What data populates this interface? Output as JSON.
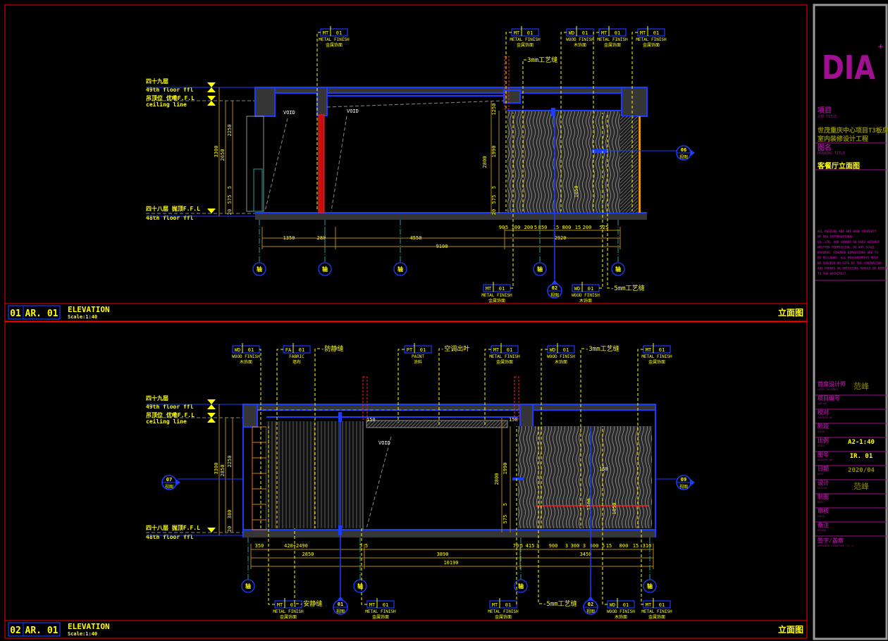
{
  "elevations": [
    {
      "number": "01",
      "sheet": "AR. 01",
      "title": "ELEVATION",
      "scale": "Scale:1:40",
      "cn_title": "立面图",
      "levels": {
        "upper_cn": "四十九层",
        "upper_en": "49th floor ffl",
        "ceiling_cn": "吊顶位   优嘞F.F.L",
        "ceiling_en": "ceiling line",
        "lower_cn": "四十八层  抛顶F.F.L",
        "lower_en": "48th floor ffl"
      },
      "void_labels": [
        "VOID",
        "VOID"
      ],
      "tags_top": [
        {
          "code": "MT",
          "num": "01",
          "en": "METAL FINISH",
          "cn": "金属饰面"
        },
        {
          "code": "MT",
          "num": "01",
          "en": "METAL FINISH",
          "cn": "金属饰面"
        },
        {
          "code": "WD",
          "num": "01",
          "en": "WOOD FINISH",
          "cn": "木饰面"
        },
        {
          "code": "MT",
          "num": "01",
          "en": "METAL FINISH",
          "cn": "金属饰面"
        },
        {
          "code": "MT",
          "num": "01",
          "en": "METAL FINISH",
          "cn": "金属饰面"
        }
      ],
      "tags_bottom": [
        {
          "code": "MT",
          "num": "01",
          "en": "METAL FINISH",
          "cn": "金属饰面"
        },
        {
          "code": "WD",
          "num": "01",
          "en": "WOOD FINISH",
          "cn": "木饰面"
        }
      ],
      "notes": [
        "3mm工艺缝",
        "-5mm工艺缝"
      ],
      "markers": [
        {
          "num": "02",
          "label": "视图"
        },
        {
          "num": "06",
          "label": "视图"
        }
      ],
      "grid": [
        "轴",
        "轴",
        "轴",
        "轴",
        "轴"
      ],
      "dims_h_detail": [
        "90",
        "5",
        "100",
        "200",
        "5",
        "850",
        "15",
        "800",
        "15",
        "200",
        "525"
      ],
      "dims_h_mid": [
        "1350",
        "280",
        "4550",
        "2920"
      ],
      "dims_h_total": [
        "9100"
      ],
      "dims_v_left": [
        "3300",
        "2650",
        "2250",
        "5",
        "575",
        "20"
      ],
      "dims_v_right": [
        "1250",
        "1990",
        "2800",
        "5",
        "575",
        "20",
        "1050"
      ]
    },
    {
      "number": "02",
      "sheet": "AR. 01",
      "title": "ELEVATION",
      "scale": "Scale:1:40",
      "cn_title": "立面图",
      "levels": {
        "upper_cn": "四十九层",
        "upper_en": "49th floor ffl",
        "ceiling_cn": "吊顶位   优嘞F.F.L",
        "ceiling_en": "ceiling line",
        "lower_cn": "四十八层  抛顶F.F.L",
        "lower_en": "48th floor ffl"
      },
      "void_labels": [
        "VOID"
      ],
      "tags_top": [
        {
          "code": "WD",
          "num": "01",
          "en": "WOOD FINISH",
          "cn": "木饰面"
        },
        {
          "code": "FA",
          "num": "01",
          "en": "FABRIC",
          "cn": "墙布"
        },
        {
          "code": "PT",
          "num": "01",
          "en": "PAINT",
          "cn": "涂料"
        },
        {
          "code": "MT",
          "num": "01",
          "en": "METAL FINISH",
          "cn": "金属饰面"
        },
        {
          "code": "WD",
          "num": "01",
          "en": "WOOD FINISH",
          "cn": "木饰面"
        },
        {
          "code": "MT",
          "num": "01",
          "en": "METAL FINISH",
          "cn": "金属饰面"
        }
      ],
      "tags_bottom": [
        {
          "code": "MT",
          "num": "01",
          "en": "METAL FINISH",
          "cn": "金属饰面"
        },
        {
          "code": "MT",
          "num": "01",
          "en": "METAL FINISH",
          "cn": "金属饰面"
        },
        {
          "code": "MT",
          "num": "01",
          "en": "METAL FINISH",
          "cn": "金属饰面"
        },
        {
          "code": "WD",
          "num": "01",
          "en": "WOOD FINISH",
          "cn": "木饰面"
        },
        {
          "code": "MT",
          "num": "01",
          "en": "METAL FINISH",
          "cn": "金属饰面"
        }
      ],
      "notes": [
        "-防静缝",
        "-空调出叶",
        "-3mm工艺缝",
        "-安静缝",
        "-5mm工艺缝"
      ],
      "markers": [
        {
          "num": "07",
          "label": "视图"
        },
        {
          "num": "09",
          "label": "视图"
        },
        {
          "num": "01",
          "label": "视图"
        },
        {
          "num": "02",
          "label": "视图"
        }
      ],
      "grid": [
        "轴",
        "轴",
        "轴",
        "轴"
      ],
      "dims_h_detail": [
        "350",
        "420+2490",
        "5",
        "5",
        "70",
        "5",
        "415",
        "3",
        "900",
        "3",
        "300",
        "3",
        "600",
        "5",
        "15",
        "800",
        "15",
        "310"
      ],
      "dims_h_mid": [
        "2850",
        "3890",
        "3450"
      ],
      "dims_h_total": [
        "10190"
      ],
      "dims_v_left": [
        "3300",
        "2850",
        "2250",
        "380",
        "20"
      ],
      "dims_v_right": [
        "150",
        "150",
        "1990",
        "2800",
        "5",
        "575",
        "150",
        "1100",
        "1050"
      ]
    }
  ],
  "title_block": {
    "logo": "DIA",
    "job_title_cn": "项目",
    "job_title_en": "JOB TITLE",
    "project_line1": "世茂重庆中心项目T3板房",
    "project_line2": "室内装修设计工程",
    "drawing_title_cn": "图名",
    "drawing_title_en": "DRAWING TITLE",
    "drawing_title": "客餐厅立面图",
    "notice": [
      "ALL DESIGNS AND ART WORK PROPERTY",
      "OF DIA INTERNATIONAL",
      "CO.,LTD. AND CANNOT BE USED WITHOUT",
      "WRITTEN PERMISSION.  DO NOT SCALE",
      "DRAWING. FIGURED DIMENSIONS ARE TO",
      "BE FOLLOWED. ALL MEASUREMENTS MUST",
      "BE CHECKED ON SITE BY THE CONTRACTOR",
      "ANY ERRORS OR OMISSIONS SHOULD BE REPORTED",
      "TO THE ARCHITECT."
    ],
    "rows": [
      {
        "cn": "首席设计师",
        "en": "CHIEF DESIGNER",
        "value": ""
      },
      {
        "cn": "项目编号",
        "en": "JOB NO",
        "value": ""
      },
      {
        "cn": "校对",
        "en": "CHECKED BY",
        "value": ""
      },
      {
        "cn": "阶段",
        "en": "STAGE",
        "value": ""
      },
      {
        "cn": "比例",
        "en": "SCALE",
        "value": "A2-1:40"
      },
      {
        "cn": "图号",
        "en": "DRAWING NO",
        "value": "IR. 01"
      },
      {
        "cn": "日期",
        "en": "DATE",
        "value": "2020/04"
      },
      {
        "cn": "设计",
        "en": "DESIGN",
        "value": ""
      },
      {
        "cn": "制图",
        "en": "DRAFT",
        "value": ""
      },
      {
        "cn": "审核",
        "en": "CHECK",
        "value": ""
      },
      {
        "cn": "备注",
        "en": "REMARK",
        "value": ""
      },
      {
        "cn": "签字/盖章",
        "en": "APPROVED SIGNATURE (S) &",
        "value": ""
      }
    ],
    "signature": "范峰"
  },
  "colors": {
    "annotation": "#ffff00",
    "outline": "#1a3cff",
    "frame": "#ff0000",
    "dimension": "#b8860b",
    "title_block": "#a01090",
    "project_text": "#8b8b00"
  }
}
